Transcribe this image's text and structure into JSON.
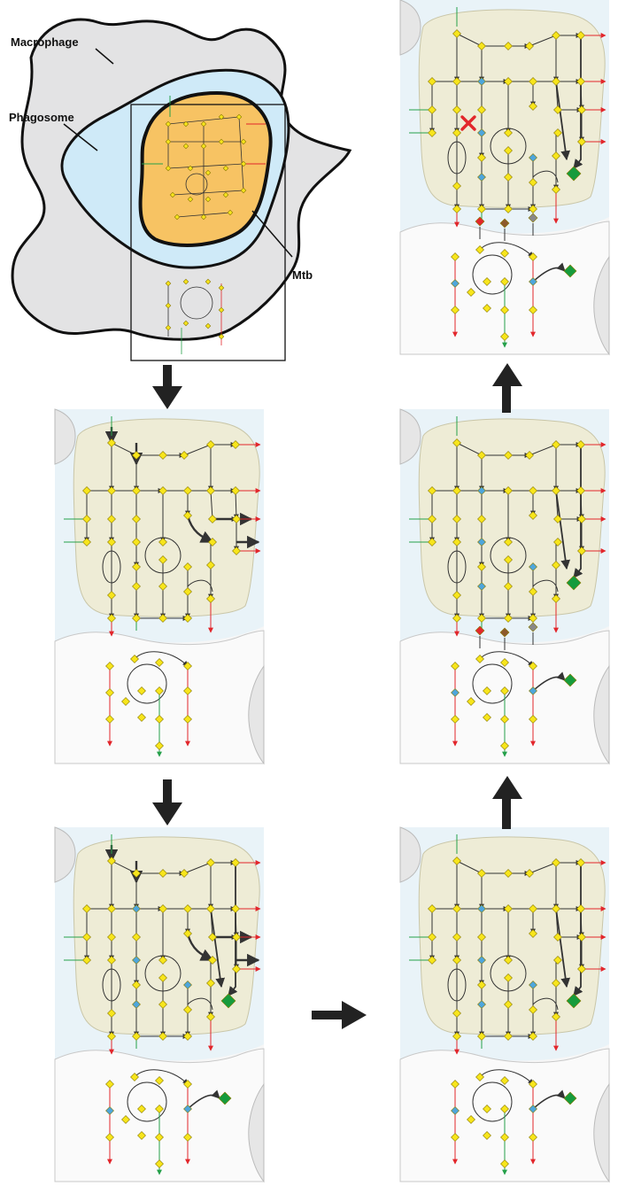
{
  "labels": {
    "macrophage": "Macrophage",
    "phagosome": "Phagosome",
    "mtb": "Mtb"
  },
  "colors": {
    "macrophage_fill": "#e3e3e4",
    "phagosome_fill": "#cfeaf8",
    "mtb_fill": "#f7c363",
    "panel_outer": "#f6f6f6",
    "panel_phagosome": "#e9f3f8",
    "panel_bacterium": "#eeecd6",
    "node_metabolite": "#f7e51c",
    "node_blue": "#4ea6dc",
    "node_green": "#169b3c",
    "edge_input": "#25a04a",
    "edge_output": "#e2262b",
    "inhibition": "#e2262b"
  },
  "panels": [
    {
      "id": "panel-2",
      "flux_arrows": "heavy"
    },
    {
      "id": "panel-3",
      "flux_arrows": "heavy",
      "product": "green"
    },
    {
      "id": "panel-4",
      "product": "green"
    },
    {
      "id": "panel-5",
      "product": "green",
      "external_inputs": [
        "red",
        "brown",
        "grey"
      ]
    },
    {
      "id": "panel-6",
      "product": "green",
      "external_inputs": [
        "red",
        "brown",
        "grey"
      ],
      "inhibition": true
    }
  ],
  "flow_arrows": [
    "down",
    "down",
    "right",
    "up",
    "up"
  ]
}
